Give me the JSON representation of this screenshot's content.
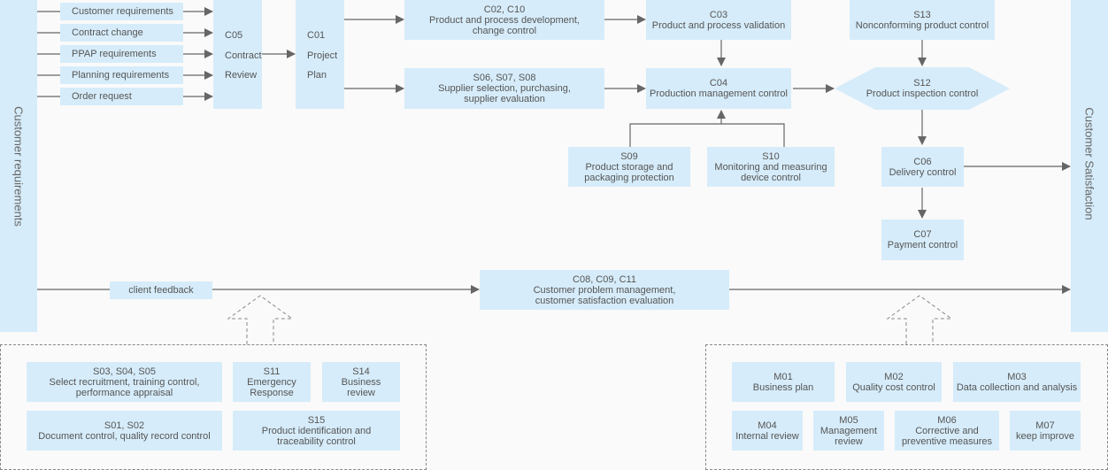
{
  "side": {
    "left_label": "Customer requirements",
    "right_label": "Customer Satisfaction"
  },
  "inputs": [
    "Customer requirements",
    "Contract change",
    "PPAP requirements",
    "Planning requirements",
    "Order request"
  ],
  "c05": [
    "C05",
    "Contract",
    "Review"
  ],
  "c01": [
    "C01",
    "Project",
    "Plan"
  ],
  "c02": [
    "C02, C10",
    "Product and process development,",
    "change control"
  ],
  "c03": [
    "C03",
    "Product and process validation"
  ],
  "s13": [
    "S13",
    "Nonconforming product control"
  ],
  "s06": [
    "S06, S07, S08",
    "Supplier selection, purchasing,",
    "supplier evaluation"
  ],
  "c04": [
    "C04",
    "Production management control"
  ],
  "s12": [
    "S12",
    "Product inspection control"
  ],
  "s09": [
    "S09",
    "Product storage and",
    "packaging protection"
  ],
  "s10": [
    "S10",
    "Monitoring and measuring",
    "device control"
  ],
  "c06": [
    "C06",
    "Delivery control"
  ],
  "c07": [
    "C07",
    "Payment control"
  ],
  "feedback": "client feedback",
  "c08": [
    "C08, C09, C11",
    "Customer problem management,",
    "customer satisfaction evaluation"
  ],
  "support": {
    "s03": [
      "S03, S04, S05",
      "Select recruitment, training control,",
      "performance appraisal"
    ],
    "s11": [
      "S11",
      "Emergency",
      "Response"
    ],
    "s14": [
      "S14",
      "Business",
      "review"
    ],
    "s01": [
      "S01, S02",
      "Document control, quality record control"
    ],
    "s15": [
      "S15",
      "Product identification and",
      "traceability control"
    ]
  },
  "management": {
    "m01": [
      "M01",
      "Business plan"
    ],
    "m02": [
      "M02",
      "Quality cost control"
    ],
    "m03": [
      "M03",
      "Data collection and analysis"
    ],
    "m04": [
      "M04",
      "Internal review"
    ],
    "m05": [
      "M05",
      "Management",
      "review"
    ],
    "m06": [
      "M06",
      "Corrective and",
      "preventive measures"
    ],
    "m07": [
      "M07",
      "keep improve"
    ]
  },
  "colors": {
    "box": "#d6ecfa",
    "line": "#666666",
    "background": "#fafafa"
  }
}
